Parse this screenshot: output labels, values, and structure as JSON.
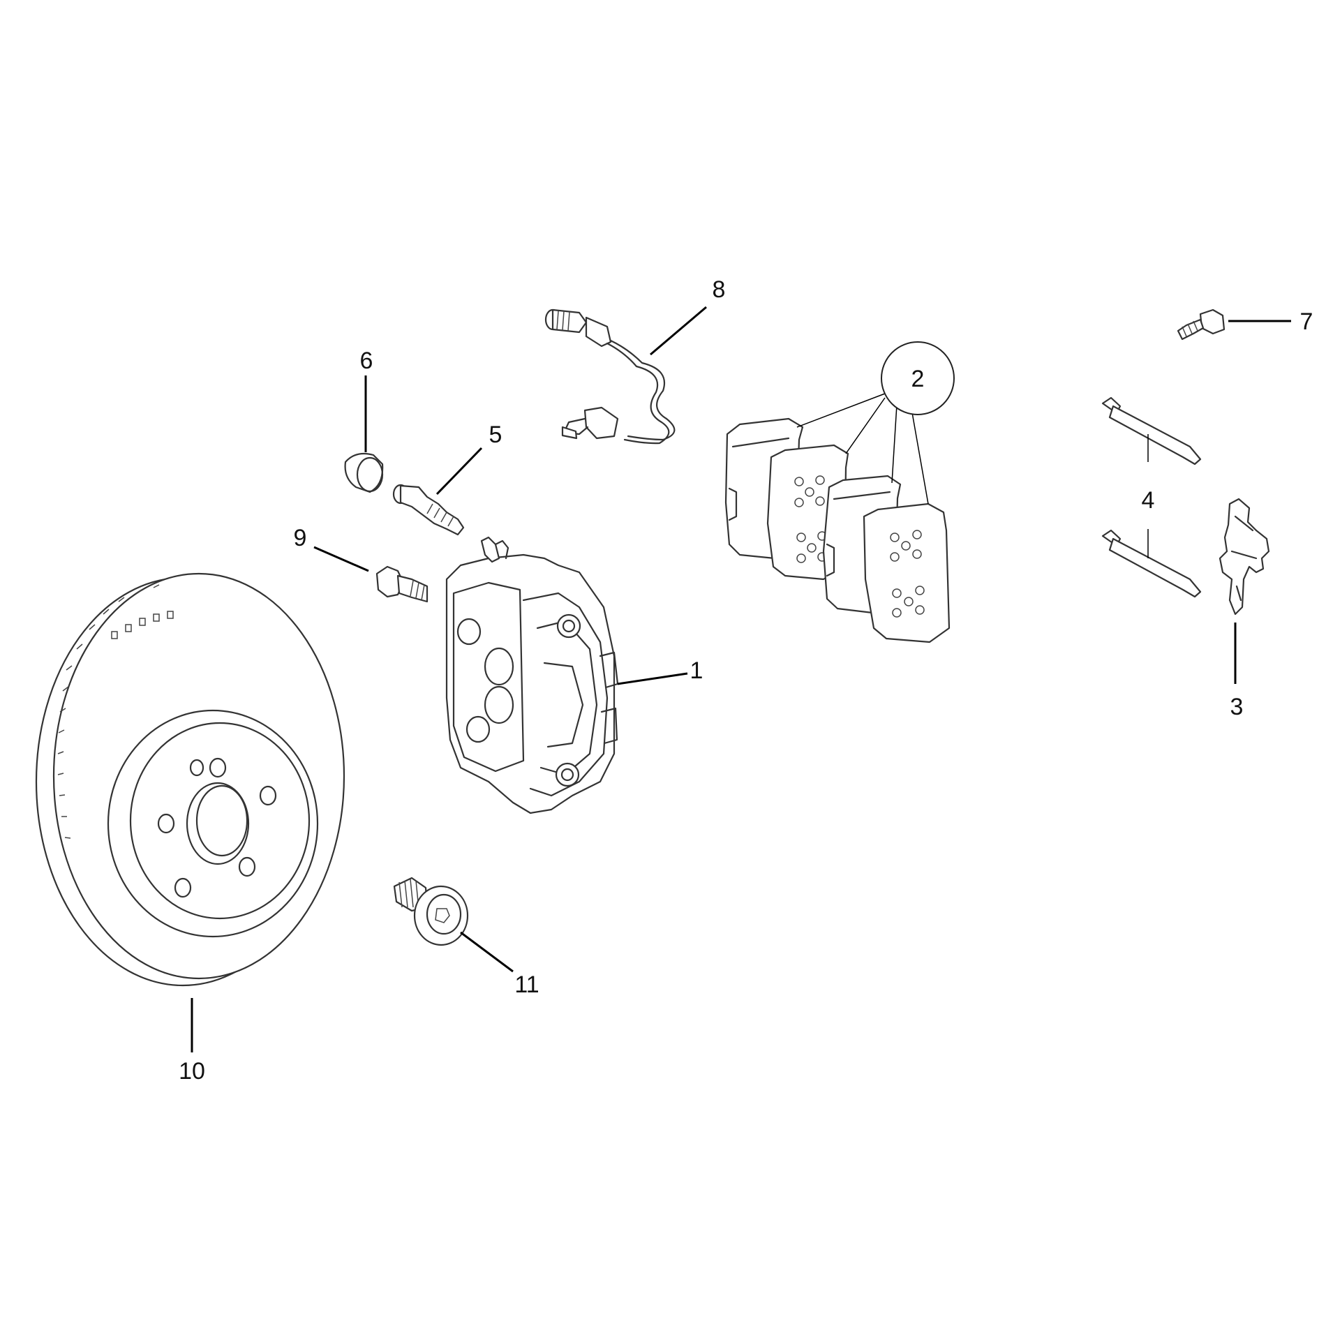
{
  "callouts": {
    "c1": "1",
    "c2": "2",
    "c3": "3",
    "c4": "4",
    "c5": "5",
    "c6": "6",
    "c7": "7",
    "c8": "8",
    "c9": "9",
    "c10": "10",
    "c11": "11"
  },
  "colors": {
    "line": "#333333",
    "leader": "#000000",
    "background": "#ffffff"
  }
}
